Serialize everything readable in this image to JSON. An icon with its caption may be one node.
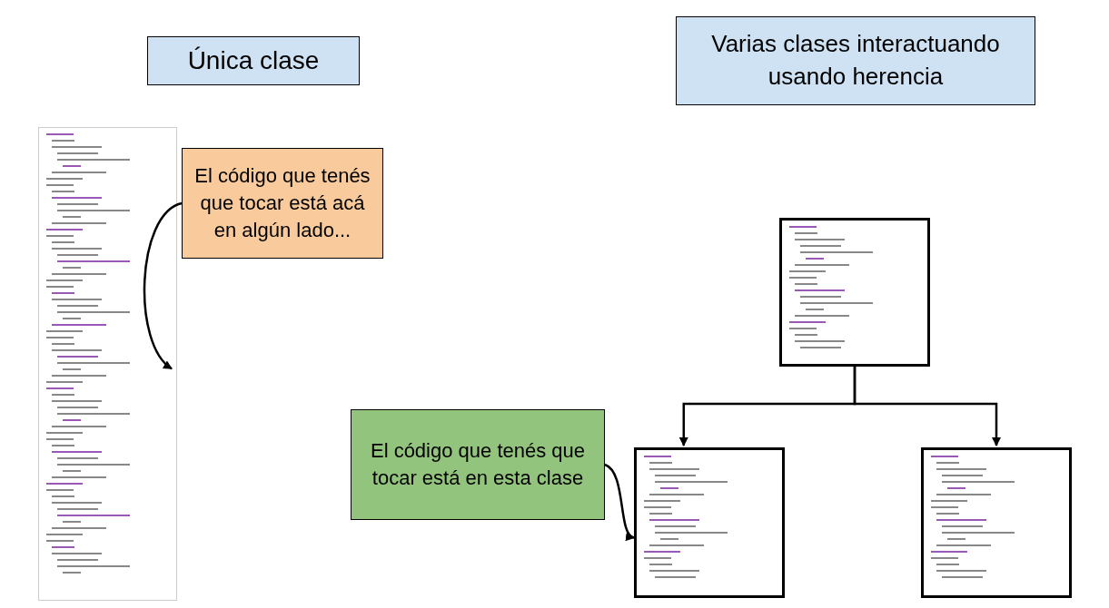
{
  "diagram": {
    "nodes": [
      {
        "text": [
          "Única clase"
        ]
      },
      {
        "text": [
          "Varias clases interactuando usando herencia"
        ]
      },
      {
        "text": [],
        "shape": "picture"
      },
      {
        "text": [
          "El código que tenés que tocar está acá en algún lado..."
        ]
      },
      {
        "text": [],
        "shape": "picture"
      },
      {
        "text": [
          "El código que tenés que tocar está en esta clase"
        ]
      },
      {
        "text": [],
        "shape": "picture"
      },
      {
        "text": [],
        "shape": "picture"
      }
    ],
    "edges": [
      {
        "from": 3,
        "to": 2,
        "arrow": "to"
      },
      {
        "from": 4,
        "to": 6,
        "arrow": "to"
      },
      {
        "from": 4,
        "to": 7,
        "arrow": "to"
      },
      {
        "from": 5,
        "to": 6,
        "arrow": "to"
      }
    ]
  }
}
